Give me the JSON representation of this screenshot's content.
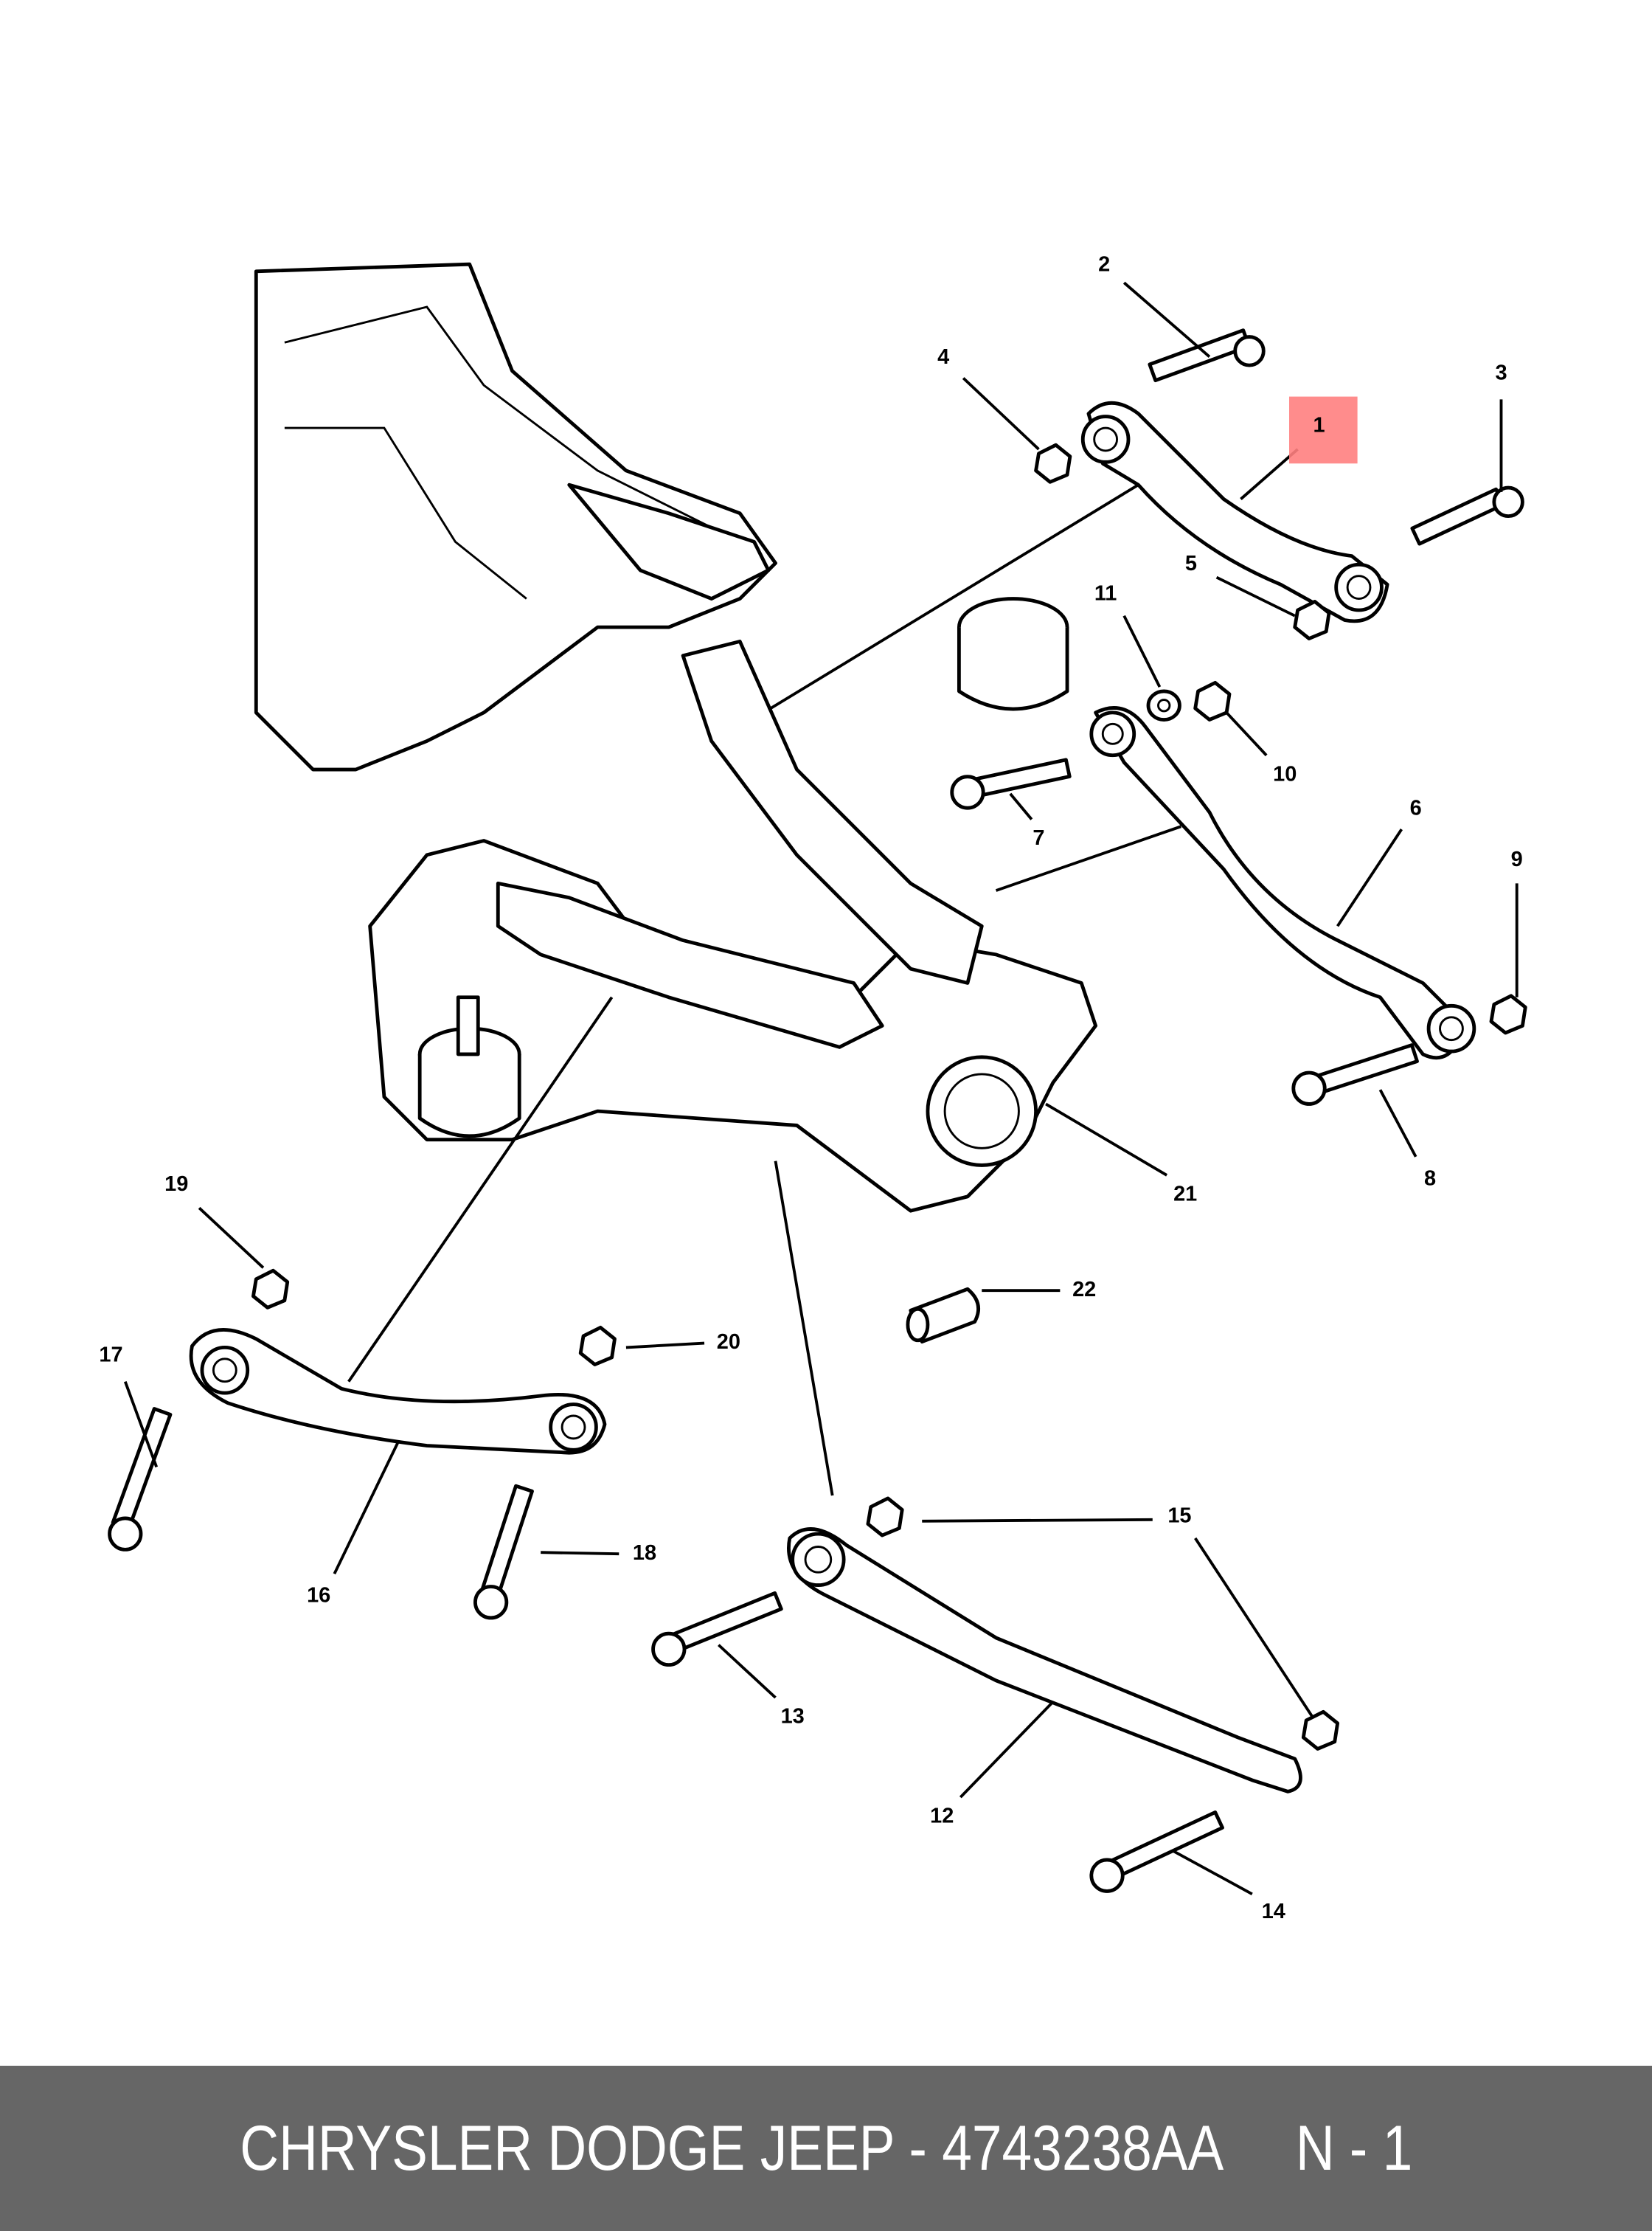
{
  "diagram": {
    "highlight_color": "#ff8080",
    "highlighted_callout": "1",
    "callouts": [
      "1",
      "2",
      "3",
      "4",
      "5",
      "6",
      "7",
      "8",
      "9",
      "10",
      "11",
      "12",
      "13",
      "14",
      "15",
      "16",
      "17",
      "18",
      "19",
      "20",
      "21",
      "22"
    ]
  },
  "footer": {
    "brand": "CHRYSLER DODGE JEEP",
    "separator": " - ",
    "part_number": "4743238AA",
    "page": "N - 1"
  }
}
